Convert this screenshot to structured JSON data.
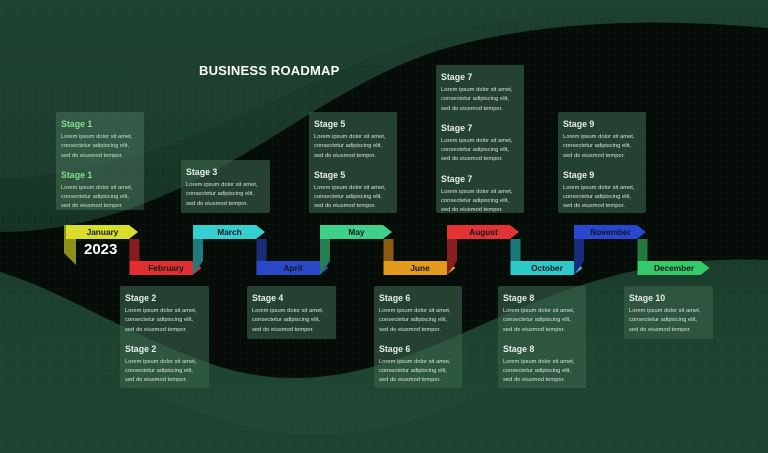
{
  "title": "BUSINESS ROADMAP",
  "year": "2023",
  "months": [
    {
      "label": "January",
      "color": "#d9de2a",
      "side": "top"
    },
    {
      "label": "February",
      "color": "#df2f2f",
      "side": "bottom"
    },
    {
      "label": "March",
      "color": "#35cfcf",
      "side": "top"
    },
    {
      "label": "April",
      "color": "#2b48c9",
      "side": "bottom"
    },
    {
      "label": "May",
      "color": "#3fd08a",
      "side": "top"
    },
    {
      "label": "June",
      "color": "#e49a1c",
      "side": "bottom"
    },
    {
      "label": "August",
      "color": "#e23434",
      "side": "top"
    },
    {
      "label": "October",
      "color": "#2ec9c9",
      "side": "bottom"
    },
    {
      "label": "November",
      "color": "#2a47d0",
      "side": "top"
    },
    {
      "label": "December",
      "color": "#36c96a",
      "side": "bottom"
    }
  ],
  "boxes": [
    {
      "entries": [
        {
          "stage": "Stage 1",
          "text": "Lorem ipsum dolor sit amet,\nconsectetur adipiscing elit,\nsed do eiusmod tempor."
        },
        {
          "stage": "Stage 1",
          "text": "Lorem ipsum dolor sit amet,\nconsectetur adipiscing elit,\nsed do eiusmod tempor."
        }
      ]
    },
    {
      "entries": [
        {
          "stage": "Stage 2",
          "text": "Lorem ipsum dolor sit amet,\nconsectetur adipiscing elit,\nsed do eiusmod tempor."
        },
        {
          "stage": "Stage 2",
          "text": "Lorem ipsum dolor sit amet,\nconsectetur adipiscing elit,\nsed do eiusmod tempor."
        }
      ]
    },
    {
      "entries": [
        {
          "stage": "Stage 3",
          "text": "Lorem ipsum dolor sit amet,\nconsectetur adipiscing elit,\nsed do eiusmod tempor."
        }
      ]
    },
    {
      "entries": [
        {
          "stage": "Stage 4",
          "text": "Lorem ipsum dolor sit amet,\nconsectetur adipiscing elit,\nsed do eiusmod tempor."
        }
      ]
    },
    {
      "entries": [
        {
          "stage": "Stage 5",
          "text": "Lorem ipsum dolor sit amet,\nconsectetur adipiscing elit,\nsed do eiusmod tempor."
        },
        {
          "stage": "Stage 5",
          "text": "Lorem ipsum dolor sit amet,\nconsectetur adipiscing elit,\nsed do eiusmod tempor."
        }
      ]
    },
    {
      "entries": [
        {
          "stage": "Stage 6",
          "text": "Lorem ipsum dolor sit amet,\nconsectetur adipiscing elit,\nsed do eiusmod tempor."
        },
        {
          "stage": "Stage 6",
          "text": "Lorem ipsum dolor sit amet,\nconsectetur adipiscing elit,\nsed do eiusmod tempor."
        }
      ]
    },
    {
      "entries": [
        {
          "stage": "Stage 7",
          "text": "Lorem ipsum dolor sit amet,\nconsectetur adipiscing elit,\nsed do eiusmod tempor."
        },
        {
          "stage": "Stage 7",
          "text": "Lorem ipsum dolor sit amet,\nconsectetur adipiscing elit,\nsed do eiusmod tempor."
        },
        {
          "stage": "Stage 7",
          "text": "Lorem ipsum dolor sit amet,\nconsectetur adipiscing elit,\nsed do eiusmod tempor."
        }
      ]
    },
    {
      "entries": [
        {
          "stage": "Stage 8",
          "text": "Lorem ipsum dolor sit amet,\nconsectetur adipiscing elit,\nsed do eiusmod tempor."
        },
        {
          "stage": "Stage 8",
          "text": "Lorem ipsum dolor sit amet,\nconsectetur adipiscing elit,\nsed do eiusmod tempor."
        }
      ]
    },
    {
      "entries": [
        {
          "stage": "Stage 9",
          "text": "Lorem ipsum dolor sit amet,\nconsectetur adipiscing elit,\nsed do eiusmod tempor."
        },
        {
          "stage": "Stage 9",
          "text": "Lorem ipsum dolor sit amet,\nconsectetur adipiscing elit,\nsed do eiusmod tempor."
        }
      ]
    },
    {
      "entries": [
        {
          "stage": "Stage 10",
          "text": "Lorem ipsum dolor sit amet,\nconsectetur adipiscing elit,\nsed do eiusmod tempor."
        }
      ]
    }
  ]
}
